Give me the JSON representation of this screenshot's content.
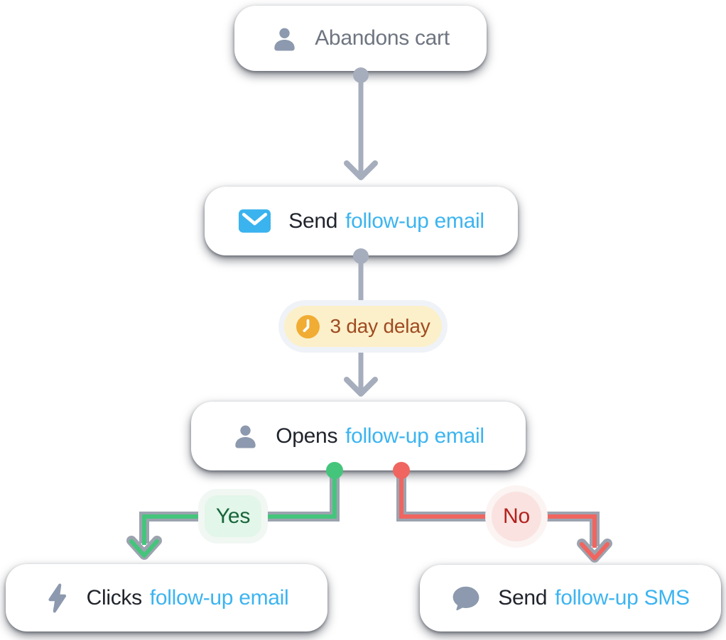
{
  "palette": {
    "node-bg": "#FFFFFF",
    "accent-blue": "#3CB4F0",
    "text-dark": "#20242C",
    "text-muted": "#6E7580",
    "icon-gray": "#8C99AE",
    "envelope-blue": "#3AB3EE",
    "connector-gray": "#A6AEBD",
    "outline-gray": "#9CA3AF",
    "green": "#45C57C",
    "green-dark": "#17663B",
    "green-bg": "#E2F6E9",
    "red": "#F0655F",
    "red-dark": "#B2221D",
    "red-bg": "#FAE2E0",
    "amber": "#F1AC33",
    "amber-bg": "#FBF0C9",
    "amber-text": "#A04A22"
  },
  "nodes": [
    {
      "id": "abandons-cart",
      "icon": "person-icon",
      "text_plain": "Abandons cart",
      "text_accent": ""
    },
    {
      "id": "send-email",
      "icon": "envelope-icon",
      "text_plain": "Send",
      "text_accent": "follow-up email"
    },
    {
      "id": "opens-email",
      "icon": "person-icon",
      "text_plain": "Opens",
      "text_accent": "follow-up email"
    },
    {
      "id": "clicks-email",
      "icon": "bolt-icon",
      "text_plain": "Clicks",
      "text_accent": "follow-up email"
    },
    {
      "id": "send-sms",
      "icon": "chat-bubble-icon",
      "text_plain": "Send",
      "text_accent": "follow-up SMS"
    }
  ],
  "labels": {
    "delay": "3 day delay",
    "yes": "Yes",
    "no": "No"
  }
}
